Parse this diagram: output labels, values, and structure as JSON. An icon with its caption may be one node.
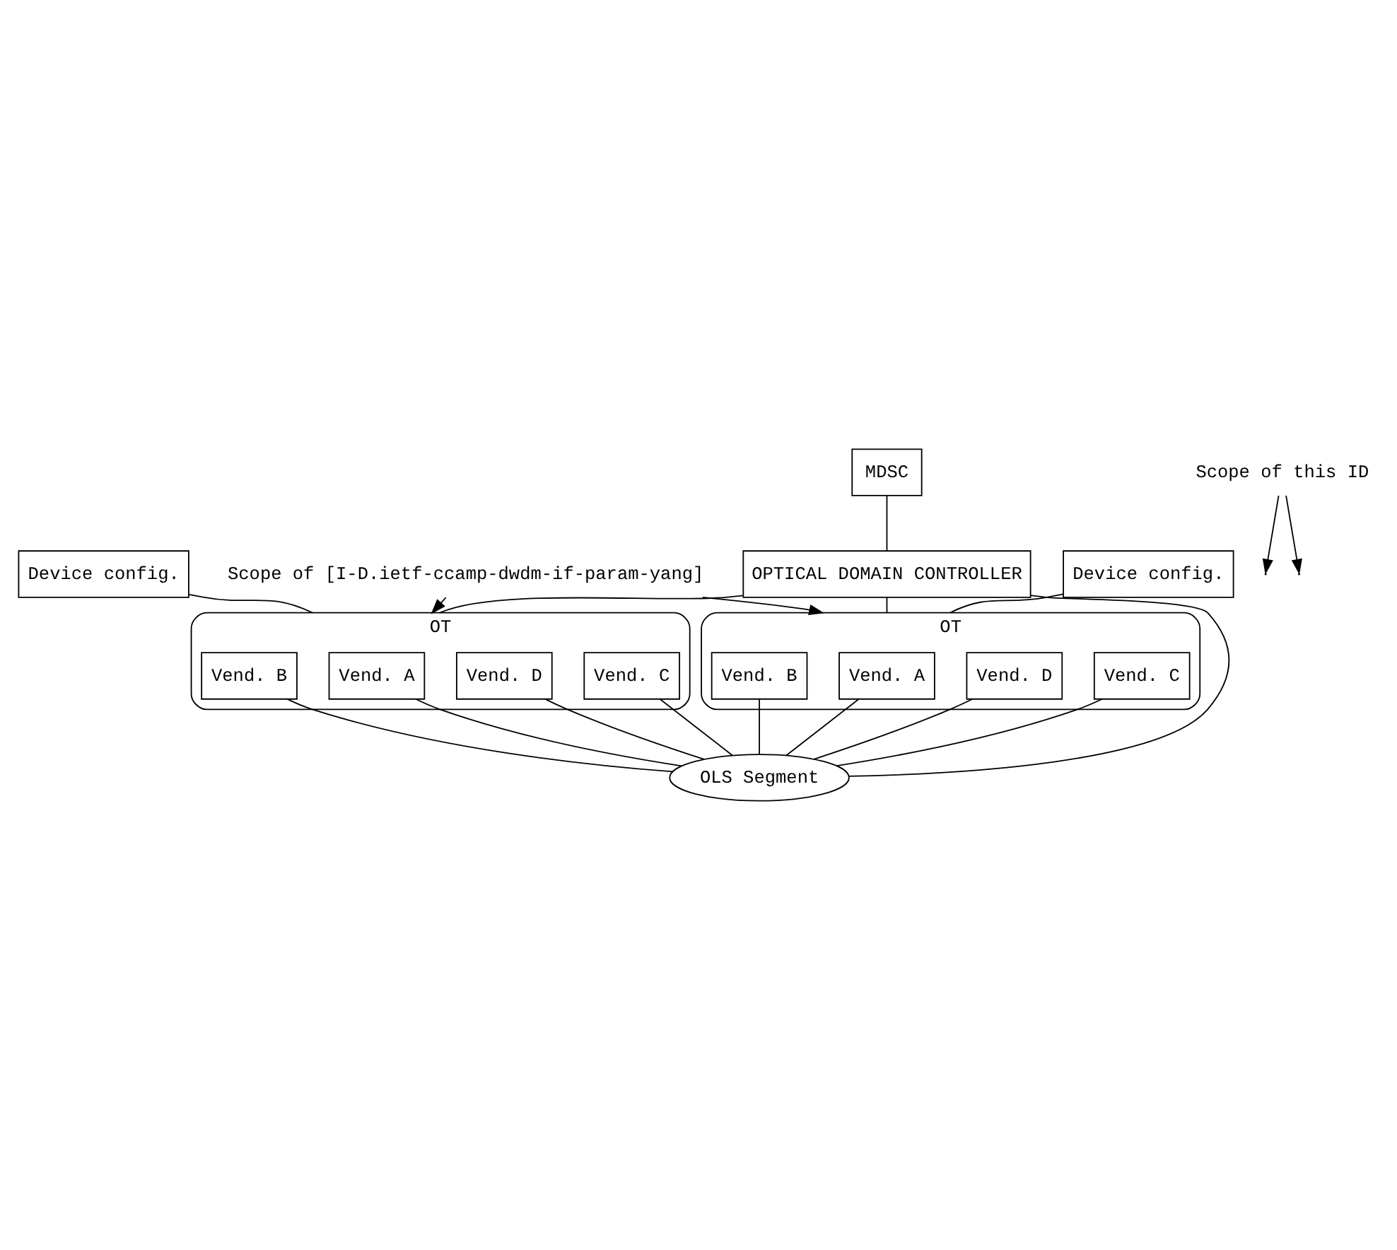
{
  "diagram": {
    "nodes": [
      {
        "text": [
          "MDSC"
        ]
      },
      {
        "text": [
          "OPTICAL DOMAIN CONTROLLER"
        ]
      },
      {
        "text": [
          "Device config."
        ]
      },
      {
        "text": [
          "OT"
        ]
      },
      {
        "text": [
          "Vend. A"
        ],
        "in": 3
      },
      {
        "text": [
          "Vend. B"
        ],
        "in": 3
      },
      {
        "text": [
          "Vend. C"
        ],
        "in": 3
      },
      {
        "text": [
          "Vend. D"
        ],
        "in": 3
      },
      {
        "text": [
          "Device config."
        ]
      },
      {
        "text": [
          "OT"
        ]
      },
      {
        "text": [
          "Vend. A"
        ],
        "in": 9
      },
      {
        "text": [
          "Vend. B"
        ],
        "in": 9
      },
      {
        "text": [
          "Vend. C"
        ],
        "in": 9
      },
      {
        "text": [
          "Vend. D"
        ],
        "in": 9
      },
      {
        "text": [
          "OLS Segment"
        ]
      },
      {
        "text": [
          "Scope of this ID"
        ]
      },
      {
        "text": [
          "Scope of [I-D.ietf-ccamp-dwdm-if-param-yang]"
        ]
      }
    ],
    "edges": [
      {
        "from": 0,
        "to": 1,
        "arrow": "none"
      },
      {
        "from": 1,
        "to": 3,
        "arrow": "none"
      },
      {
        "from": 1,
        "to": 14,
        "arrow": "none"
      },
      {
        "from": 1,
        "to": 9,
        "arrow": "none"
      },
      {
        "from": 2,
        "to": 3,
        "arrow": "none"
      },
      {
        "from": 8,
        "to": 9,
        "arrow": "none"
      },
      {
        "from": 4,
        "to": 14,
        "arrow": "none"
      },
      {
        "from": 5,
        "to": 14,
        "arrow": "none"
      },
      {
        "from": 6,
        "to": 14,
        "arrow": "none"
      },
      {
        "from": 7,
        "to": 14,
        "arrow": "none"
      },
      {
        "from": 10,
        "to": 14,
        "arrow": "none"
      },
      {
        "from": 11,
        "to": 14,
        "arrow": "none"
      },
      {
        "from": 12,
        "to": 14,
        "arrow": "none"
      },
      {
        "from": 13,
        "to": 14,
        "arrow": "none"
      },
      {
        "from": 15,
        "to": null,
        "arrow": "to"
      },
      {
        "from": 15,
        "to": null,
        "arrow": "to"
      },
      {
        "from": 16,
        "to": 3,
        "arrow": "to"
      },
      {
        "from": 16,
        "to": 9,
        "arrow": "to"
      }
    ]
  }
}
